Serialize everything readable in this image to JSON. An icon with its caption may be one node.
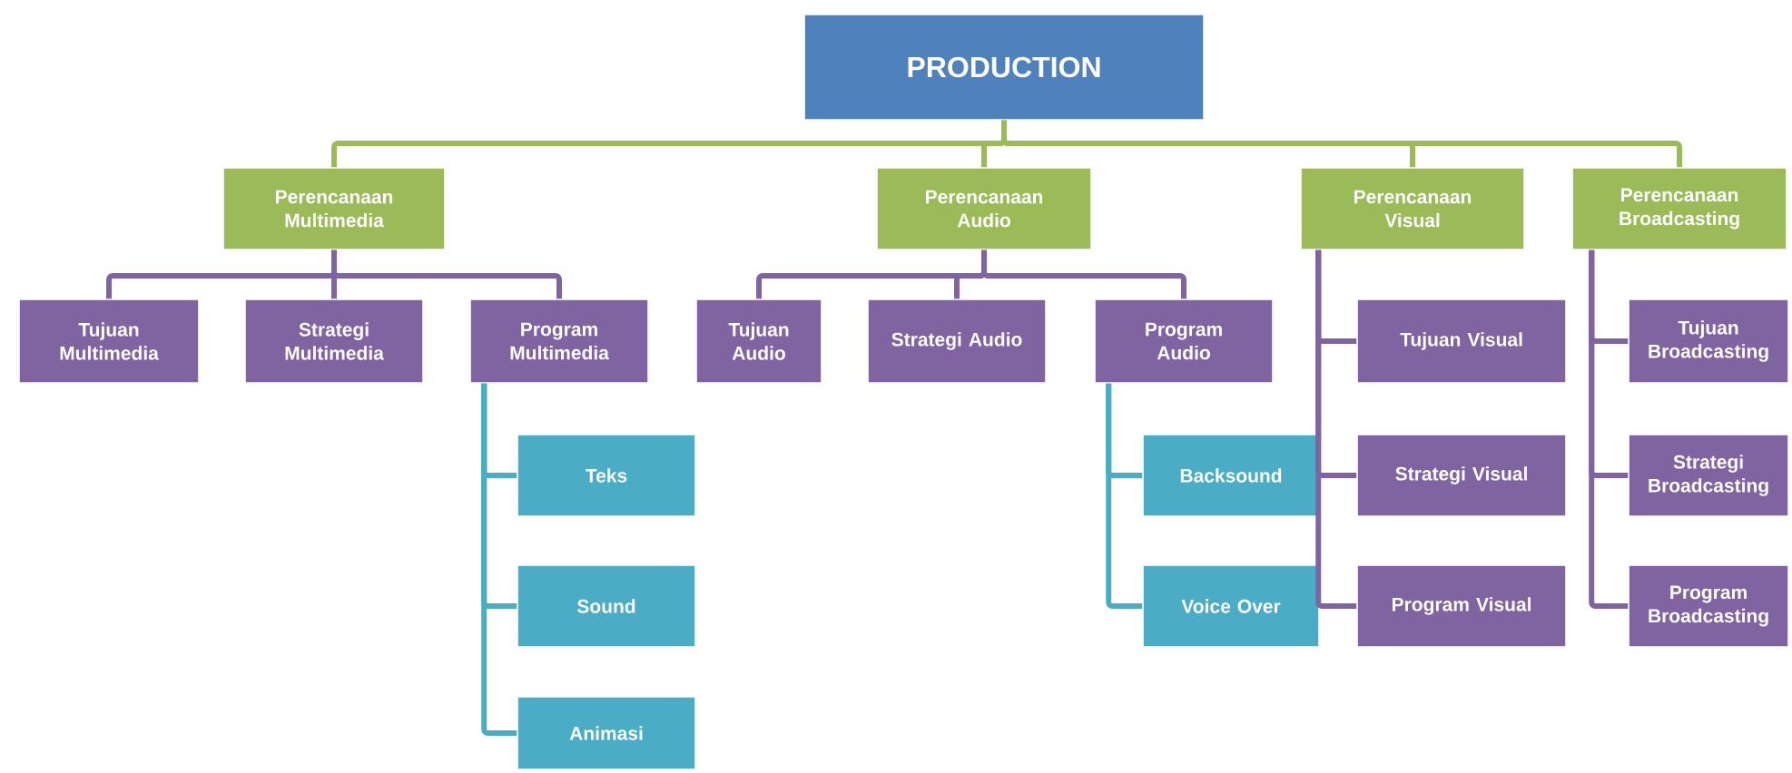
{
  "diagram": {
    "nodes": [
      {
        "text": [
          "PRODUCTION"
        ]
      },
      {
        "text": [
          "Perencanaan Multimedia"
        ]
      },
      {
        "text": [
          "Perencanaan Audio"
        ]
      },
      {
        "text": [
          "Perencanaan Visual"
        ]
      },
      {
        "text": [
          "Perencanaan Broadcasting"
        ]
      },
      {
        "text": [
          "Tujuan Multimedia"
        ]
      },
      {
        "text": [
          "Strategi Multimedia"
        ]
      },
      {
        "text": [
          "Program Multimedia"
        ]
      },
      {
        "text": [
          "Tujuan Audio"
        ]
      },
      {
        "text": [
          "Strategi Audio"
        ]
      },
      {
        "text": [
          "Program Audio"
        ]
      },
      {
        "text": [
          "Tujuan Visual"
        ]
      },
      {
        "text": [
          "Tujuan Broadcasting"
        ]
      },
      {
        "text": [
          "Teks"
        ]
      },
      {
        "text": [
          "Backsound"
        ]
      },
      {
        "text": [
          "Strategi Visual"
        ]
      },
      {
        "text": [
          "Strategi Broadcasting"
        ]
      },
      {
        "text": [
          "Sound"
        ]
      },
      {
        "text": [
          "Voice Over"
        ]
      },
      {
        "text": [
          "Program Visual"
        ]
      },
      {
        "text": [
          "Program Broadcasting"
        ]
      },
      {
        "text": [
          "Animasi"
        ]
      }
    ],
    "edges": [
      {
        "from": 0,
        "to": 1,
        "arrow": "none",
        "color": "#9bbb59"
      },
      {
        "from": 0,
        "to": 2,
        "arrow": "none",
        "color": "#9bbb59"
      },
      {
        "from": 0,
        "to": 3,
        "arrow": "none",
        "color": "#9bbb59"
      },
      {
        "from": 0,
        "to": 4,
        "arrow": "none",
        "color": "#9bbb59"
      },
      {
        "from": 1,
        "to": 5,
        "arrow": "none"
      },
      {
        "from": 1,
        "to": 6,
        "arrow": "none"
      },
      {
        "from": 1,
        "to": 7,
        "arrow": "none"
      },
      {
        "from": 2,
        "to": 8,
        "arrow": "none"
      },
      {
        "from": 2,
        "to": 9,
        "arrow": "none"
      },
      {
        "from": 2,
        "to": 10,
        "arrow": "none"
      },
      {
        "from": 3,
        "to": 11,
        "arrow": "none"
      },
      {
        "from": 3,
        "to": 15,
        "arrow": "none"
      },
      {
        "from": 3,
        "to": 19,
        "arrow": "none"
      },
      {
        "from": 4,
        "to": 12,
        "arrow": "none"
      },
      {
        "from": 4,
        "to": 16,
        "arrow": "none"
      },
      {
        "from": 4,
        "to": 20,
        "arrow": "none"
      },
      {
        "from": 7,
        "to": 13,
        "arrow": "none",
        "color": "#4bacc6"
      },
      {
        "from": 7,
        "to": 17,
        "arrow": "none",
        "color": "#4bacc6"
      },
      {
        "from": 7,
        "to": 21,
        "arrow": "none",
        "color": "#4bacc6"
      },
      {
        "from": 10,
        "to": 14,
        "arrow": "none",
        "color": "#4bacc6"
      },
      {
        "from": 10,
        "to": 18,
        "arrow": "none",
        "color": "#4bacc6"
      }
    ]
  }
}
